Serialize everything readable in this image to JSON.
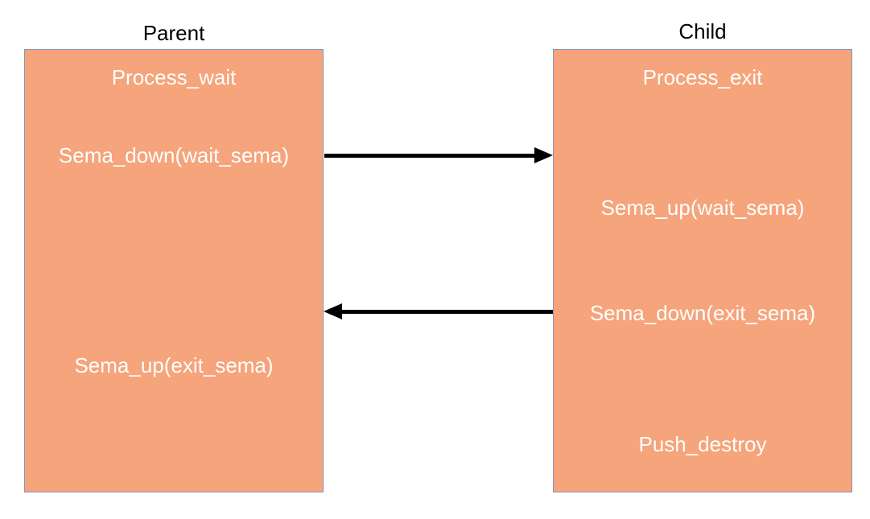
{
  "boxes": {
    "parent": {
      "title": "Parent",
      "steps": [
        "Process_wait",
        "Sema_down(wait_sema)",
        "Sema_up(exit_sema)"
      ]
    },
    "child": {
      "title": "Child",
      "steps": [
        "Process_exit",
        "Sema_up(wait_sema)",
        "Sema_down(exit_sema)",
        "Push_destroy"
      ]
    }
  },
  "arrows": [
    {
      "name": "parent-to-child",
      "direction": "right"
    },
    {
      "name": "child-to-parent",
      "direction": "left"
    }
  ],
  "colors": {
    "box_fill": "#F5A47B",
    "box_border": "#8495B5",
    "arrow": "#000000",
    "step_text": "#FFFFFF",
    "title_text": "#000000",
    "background": "#FFFFFF"
  }
}
